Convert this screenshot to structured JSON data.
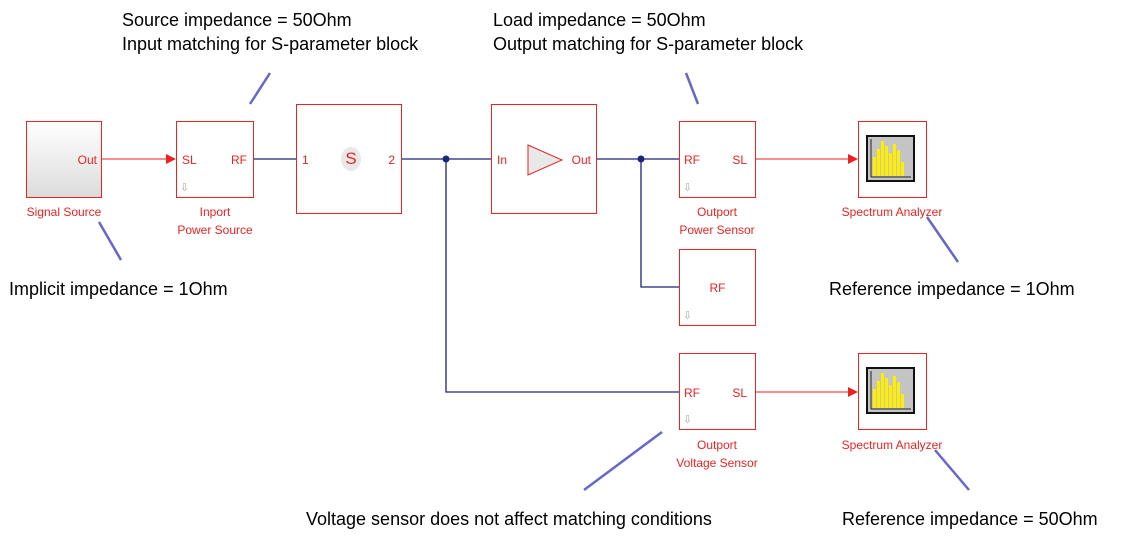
{
  "colors": {
    "block": "#ee2222",
    "wire": "#1a237e",
    "note_line": "#6666cc"
  },
  "blocks": {
    "signal_source": {
      "port_out": "Out",
      "label": "Signal Source"
    },
    "inport": {
      "port_sl": "SL",
      "port_rf": "RF",
      "label_line1": "Inport",
      "label_line2": "Power Source"
    },
    "sparam": {
      "port_1": "1",
      "port_2": "2",
      "glyph": "S"
    },
    "amplifier": {
      "port_in": "In",
      "port_out": "Out"
    },
    "outport_power": {
      "port_rf": "RF",
      "port_sl": "SL",
      "label_line1": "Outport",
      "label_line2": "Power Sensor"
    },
    "terminator": {
      "port_rf": "RF"
    },
    "outport_voltage": {
      "port_rf": "RF",
      "port_sl": "SL",
      "label_line1": "Outport",
      "label_line2": "Voltage Sensor"
    },
    "spectrum1": {
      "label": "Spectrum  Analyzer"
    },
    "spectrum2": {
      "label": "Spectrum  Analyzer"
    }
  },
  "annotations": {
    "source_line1": "Source impedance = 50Ohm",
    "source_line2": "Input matching for S-parameter block",
    "load_line1": "Load impedance = 50Ohm",
    "load_line2": "Output matching for S-parameter block",
    "implicit": "Implicit impedance = 1Ohm",
    "reference1": "Reference impedance = 1Ohm",
    "voltage_note": "Voltage sensor does not affect matching conditions",
    "reference2": "Reference impedance = 50Ohm"
  }
}
